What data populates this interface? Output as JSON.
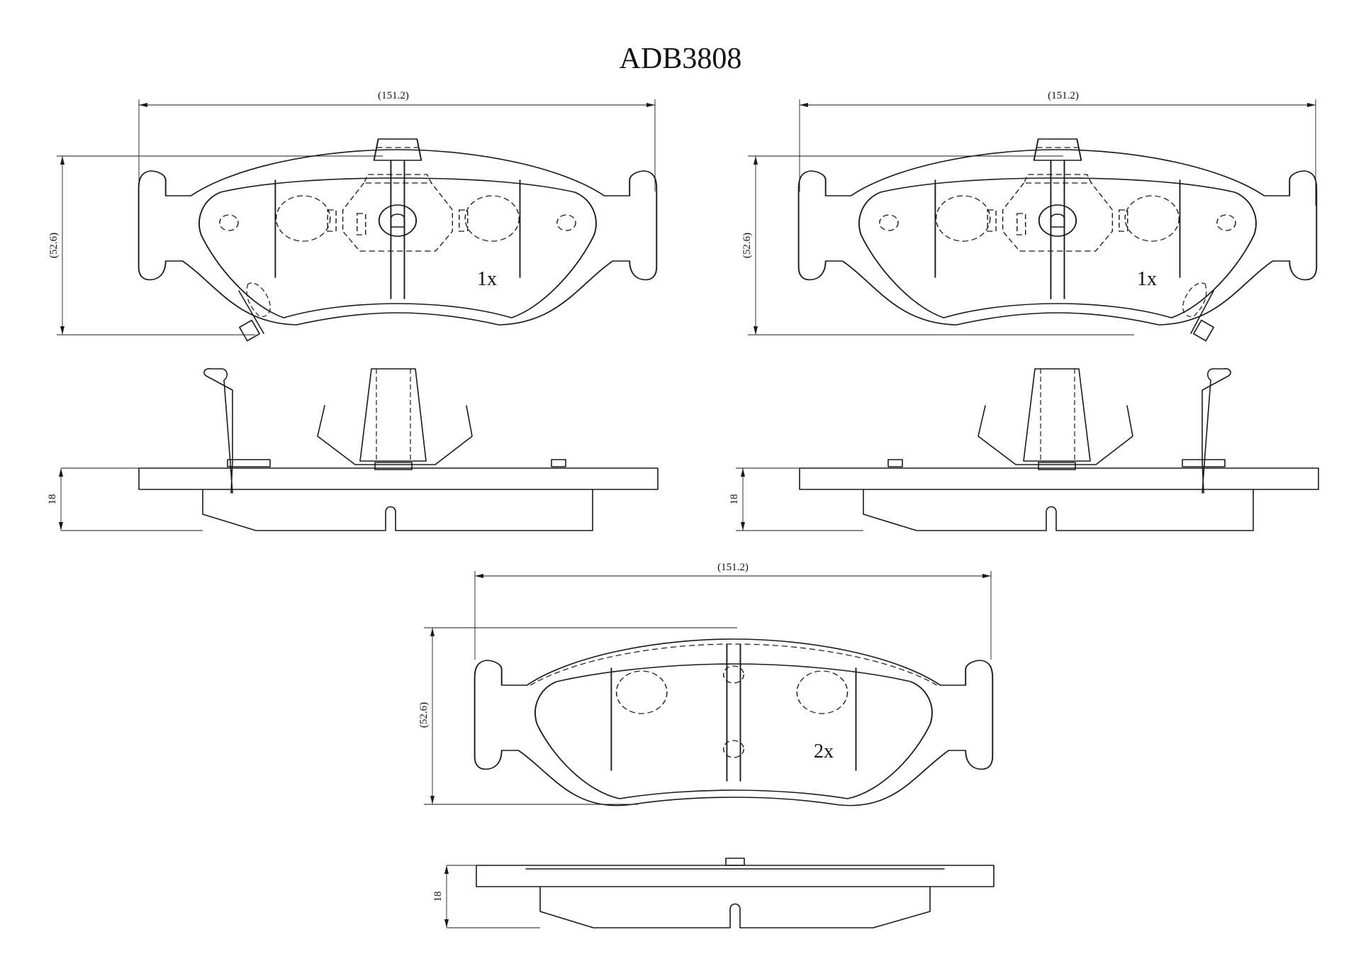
{
  "title": "ADB3808",
  "dimensions": {
    "width": "(151.2)",
    "height": "(52.6)",
    "thickness": "18"
  },
  "pads": [
    {
      "id": "pad-top-left",
      "quantity": "1x"
    },
    {
      "id": "pad-top-right",
      "quantity": "1x"
    },
    {
      "id": "pad-bottom",
      "quantity": "2x"
    }
  ]
}
